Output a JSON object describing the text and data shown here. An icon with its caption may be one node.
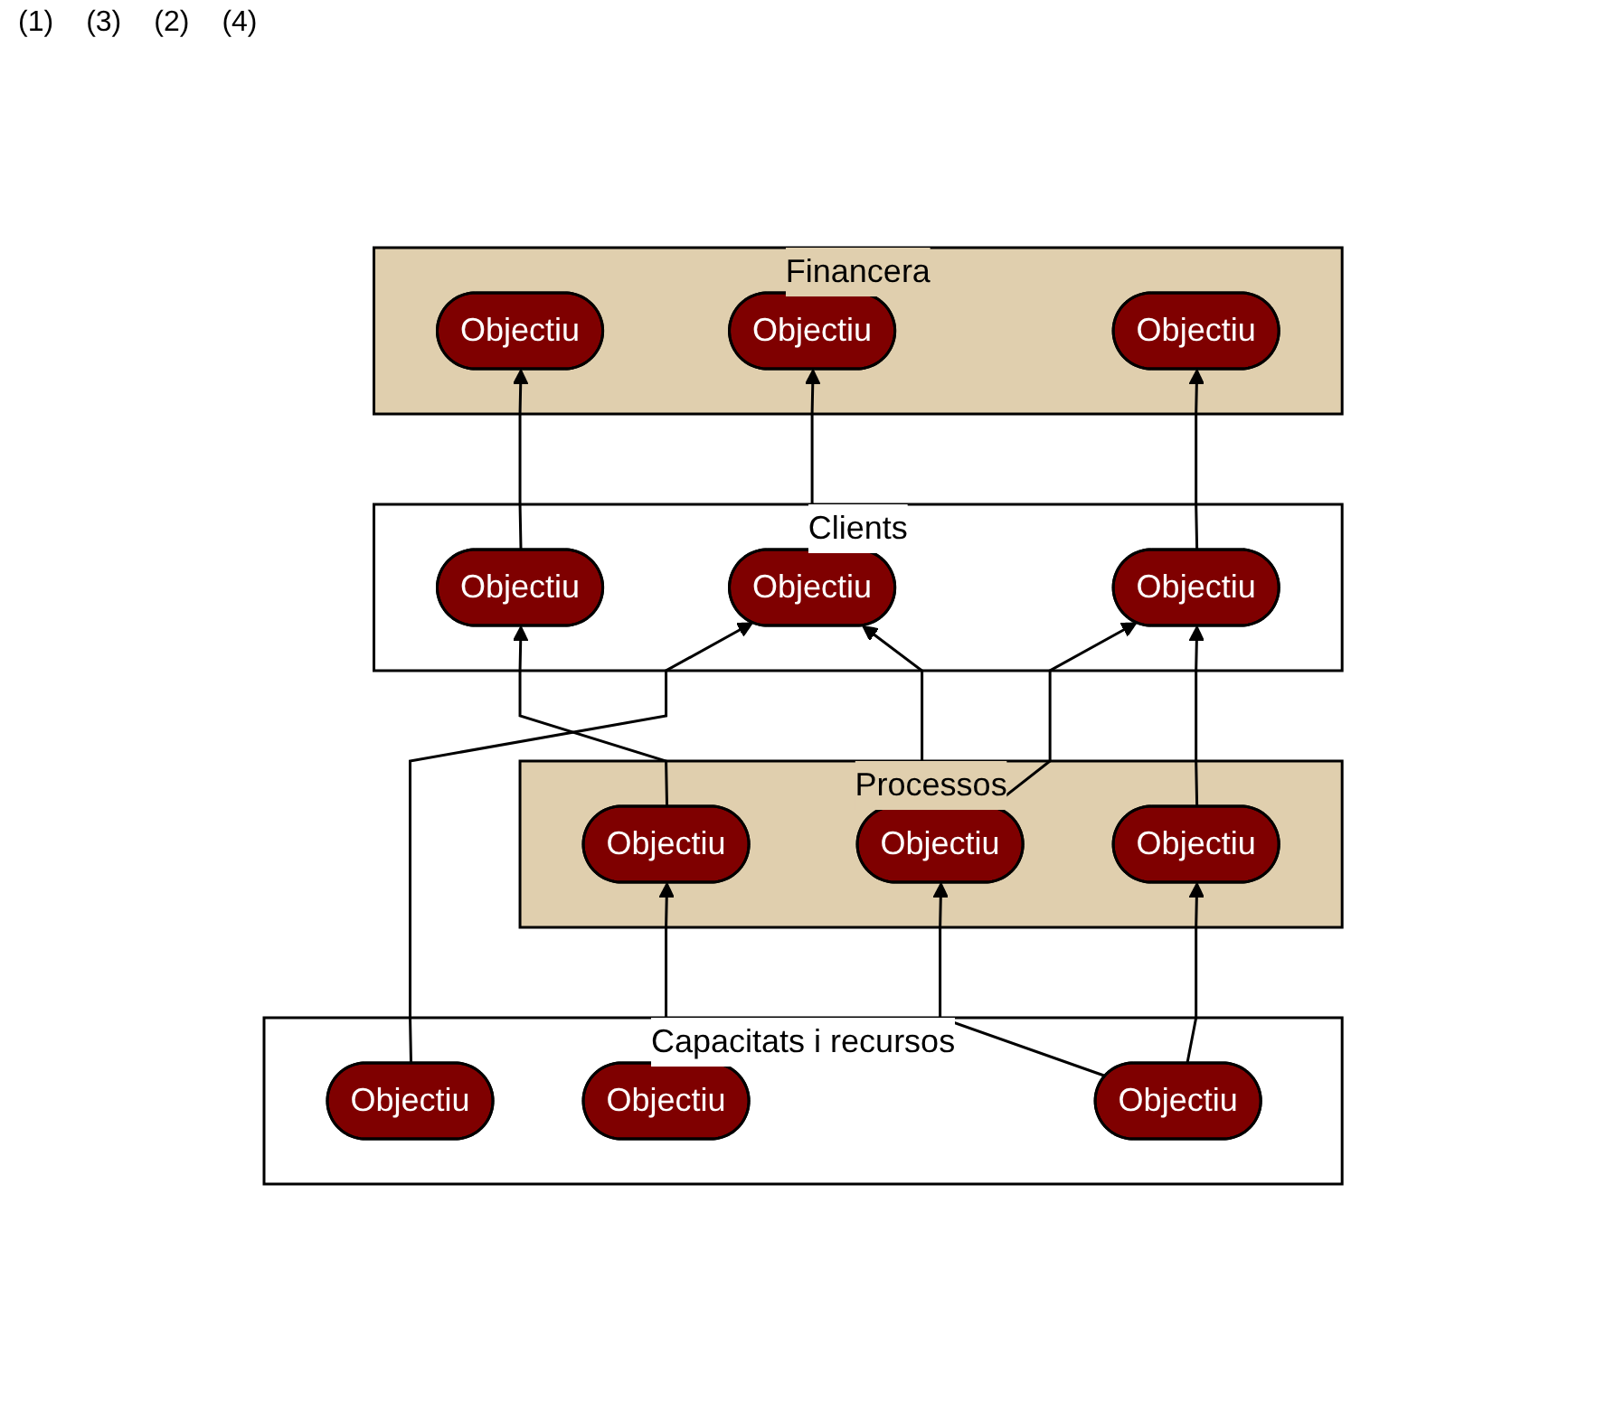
{
  "diagram": {
    "nodes": [
      {
        "text": [
          "Financera"
        ]
      },
      {
        "text": [
          "Objectiu"
        ],
        "in": 0
      },
      {
        "text": [
          "Objectiu"
        ],
        "in": 0
      },
      {
        "text": [
          "Objectiu"
        ],
        "in": 0
      },
      {
        "text": [
          "Clients"
        ]
      },
      {
        "text": [
          "Objectiu"
        ],
        "in": 4
      },
      {
        "text": [
          "Objectiu"
        ],
        "in": 4
      },
      {
        "text": [
          "Objectiu"
        ],
        "in": 4
      },
      {
        "text": [
          "Processos"
        ]
      },
      {
        "text": [
          "Objectiu"
        ],
        "in": 8
      },
      {
        "text": [
          "Objectiu"
        ],
        "in": 8
      },
      {
        "text": [
          "Objectiu"
        ],
        "in": 8
      },
      {
        "text": [
          "Capacitats i recursos"
        ]
      },
      {
        "text": [
          "Objectiu"
        ],
        "in": 12
      },
      {
        "text": [
          "Objectiu"
        ],
        "in": 12
      },
      {
        "text": [
          "Objectiu"
        ],
        "in": 12
      }
    ],
    "edges": [
      {
        "from": 5,
        "to": 1,
        "arrow": "to"
      },
      {
        "from": 6,
        "to": 2,
        "arrow": "to"
      },
      {
        "from": 7,
        "to": 3,
        "arrow": "to"
      },
      {
        "from": 9,
        "to": 5,
        "arrow": "to"
      },
      {
        "from": 11,
        "to": 6,
        "arrow": "to"
      },
      {
        "from": 10,
        "to": 7,
        "arrow": "to"
      },
      {
        "from": 11,
        "to": 7,
        "arrow": "to"
      },
      {
        "from": 13,
        "to": 9,
        "arrow": "to"
      },
      {
        "from": 14,
        "to": 6,
        "arrow": "to"
      },
      {
        "from": 15,
        "to": 10,
        "arrow": "to"
      },
      {
        "from": 15,
        "to": 11,
        "arrow": "to"
      }
    ],
    "labels": [
      "(1)",
      "(3)",
      "(2)",
      "(4)"
    ]
  }
}
